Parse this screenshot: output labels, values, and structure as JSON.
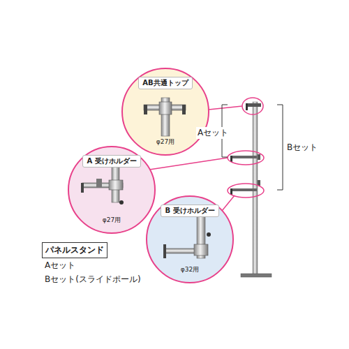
{
  "diagram": {
    "nodes": [
      {
        "text": [
          "AB共通トップ",
          "φ27用"
        ]
      },
      {
        "text": [
          "A 受けホルダー",
          "φ27用"
        ]
      },
      {
        "text": [
          "B 受けホルダー",
          "φ32用"
        ]
      },
      {
        "text": [
          "パネルスタンド"
        ]
      }
    ],
    "labels": [
      "Aセット",
      "Bセット",
      "Aセット",
      "Bセット(スライドポール)"
    ]
  }
}
